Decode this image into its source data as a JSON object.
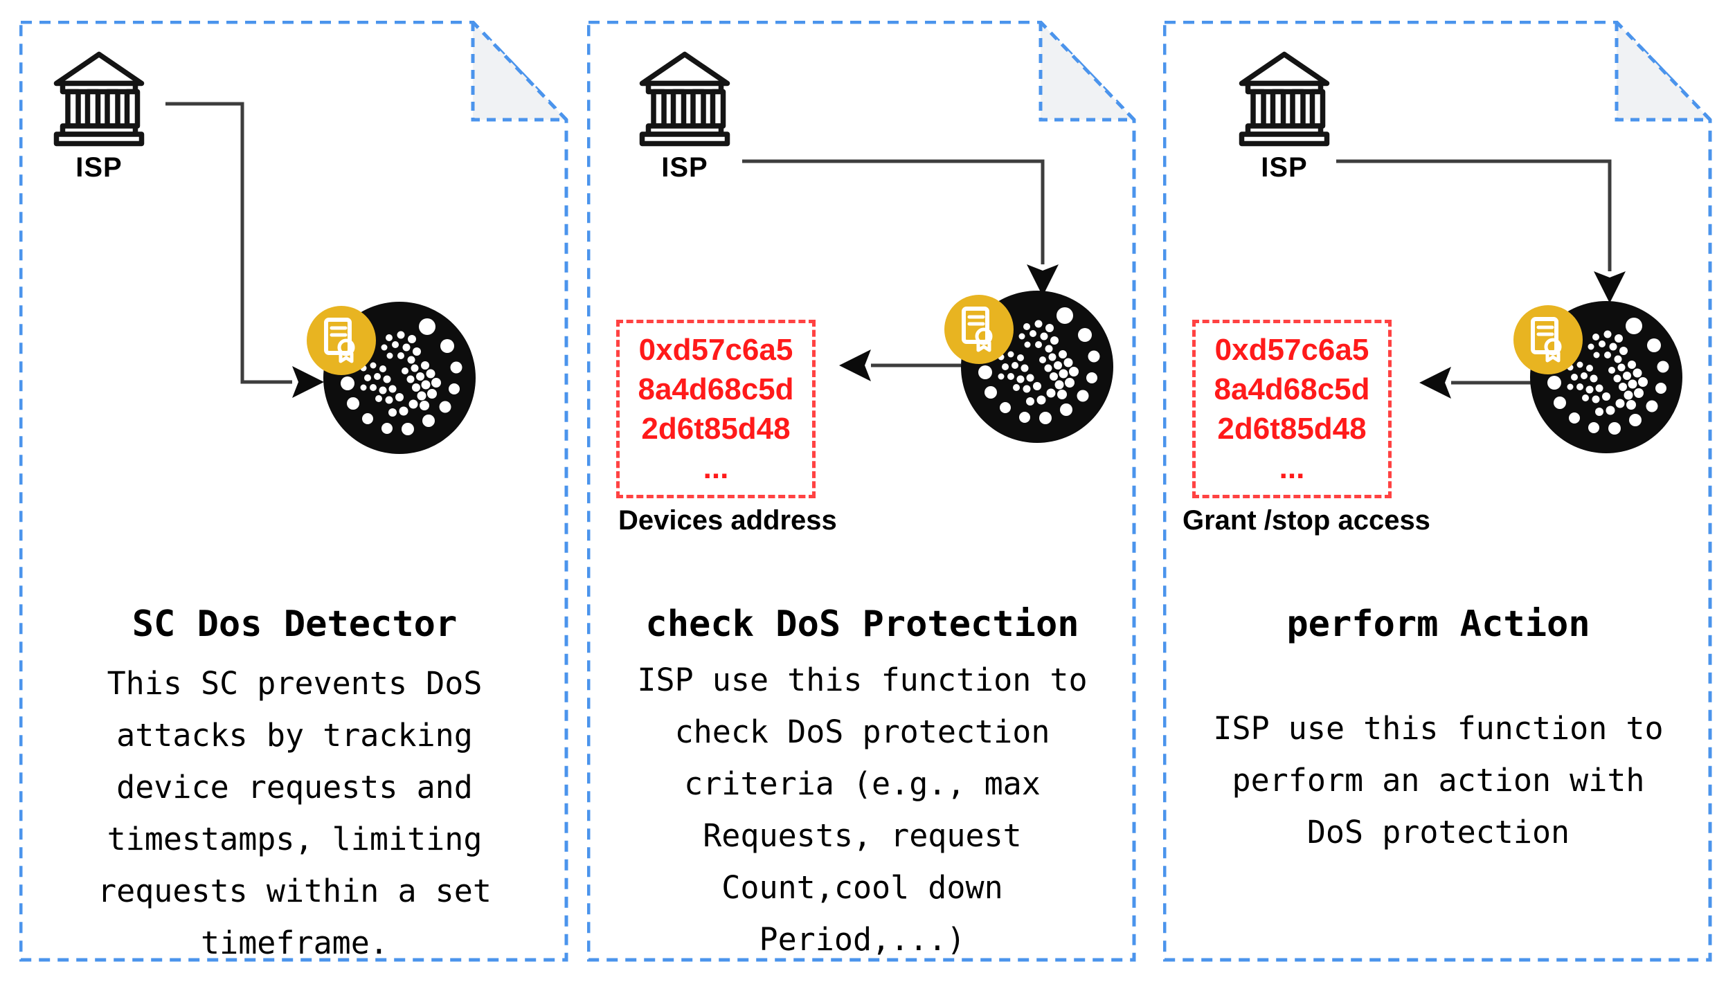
{
  "colors": {
    "blue": "#4b94ec",
    "red-border": "#ff4242",
    "red-text": "#ff1a1a",
    "gold": "#e8b421",
    "fold": "#f0f2f4",
    "line": "#3d3d3d",
    "ink": "#000000"
  },
  "panels": [
    {
      "actor_label": "ISP",
      "title": "SC Dos Detector",
      "body": "This SC prevents DoS\nattacks by tracking\ndevice requests and\ntimestamps, limiting\nrequests within a set\ntimeframe."
    },
    {
      "actor_label": "ISP",
      "title": "check DoS Protection",
      "body": "ISP use this function to\ncheck DoS protection\ncriteria (e.g., max\nRequests, request\nCount,cool down\nPeriod,...)",
      "address_box": "0xd57c6a5\n8a4d68c5d\n2d6t85d48\n...",
      "address_label": "Devices address"
    },
    {
      "actor_label": "ISP",
      "title": "perform Action",
      "body": "ISP use this function to\nperform an action with\nDoS protection",
      "address_box": "0xd57c6a5\n8a4d68c5d\n2d6t85d48\n...",
      "address_label": "Grant /stop access"
    }
  ]
}
